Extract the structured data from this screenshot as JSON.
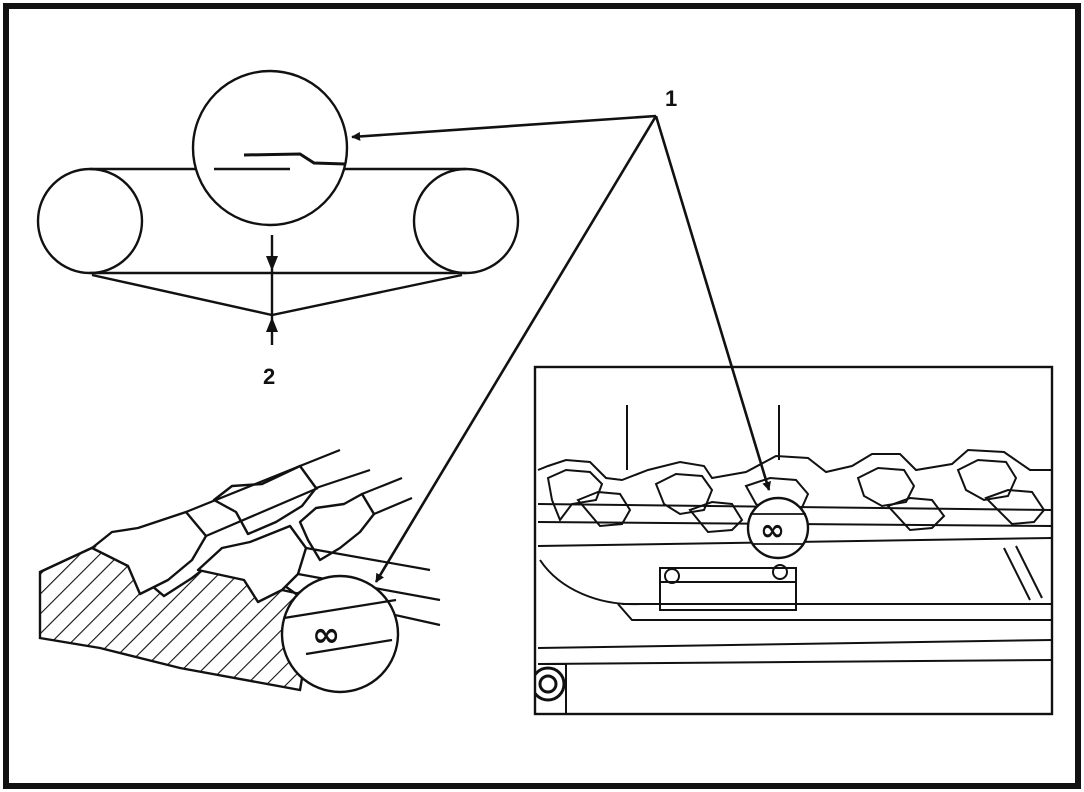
{
  "diagram": {
    "callouts": {
      "one": "1",
      "two": "2"
    },
    "mark_symbol": "∞",
    "colors": {
      "ink": "#111111",
      "paper": "#ffffff"
    },
    "icons": [
      "belt-pulley-schematic",
      "belt-tooth-cross-section",
      "installed-belt-photo-inset"
    ]
  }
}
